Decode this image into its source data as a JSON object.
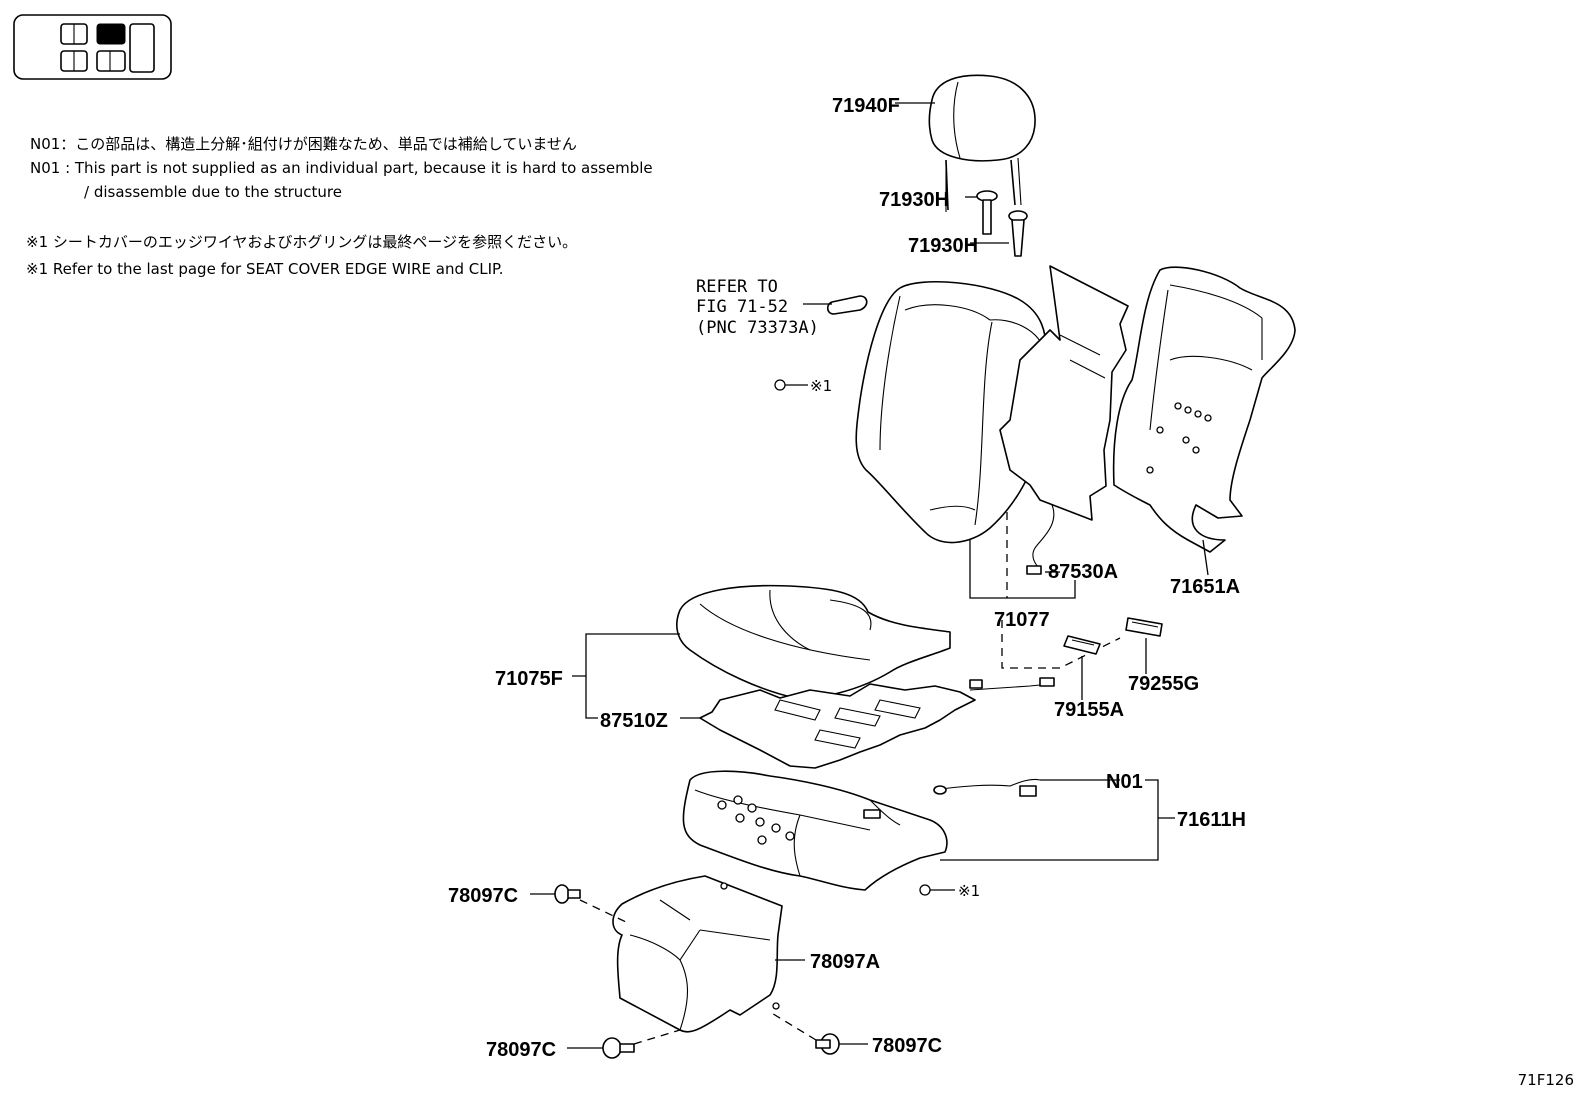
{
  "notes": {
    "n01_ja": "N01：この部品は、構造上分解･組付けが困難なため、単品では補給していません",
    "n01_en_line1": "N01 : This part is not supplied as an individual part, because it is hard to assemble",
    "n01_en_line2": "/ disassemble due to the structure",
    "ref1_ja": "※1 シートカバーのエッジワイヤおよびホグリングは最終ページを参照ください。",
    "ref1_en": "※1  Refer to the last page for SEAT COVER EDGE WIRE and CLIP."
  },
  "refer": {
    "line1": "REFER TO",
    "line2": "FIG 71-52",
    "line3": "(PNC 73373A)"
  },
  "labels": {
    "p71940F": "71940F",
    "p71930H_a": "71930H",
    "p71930H_b": "71930H",
    "p87530A": "87530A",
    "p71651A": "71651A",
    "p71077": "71077",
    "p71075F": "71075F",
    "p87510Z": "87510Z",
    "p79255G": "79255G",
    "p79155A": "79155A",
    "pN01": "N01",
    "p71611H": "71611H",
    "p78097C_a": "78097C",
    "p78097A": "78097A",
    "p78097C_b": "78097C",
    "p78097C_c": "78097C",
    "mark1_a": "※1",
    "mark1_b": "※1"
  },
  "figure_code": "71F126"
}
